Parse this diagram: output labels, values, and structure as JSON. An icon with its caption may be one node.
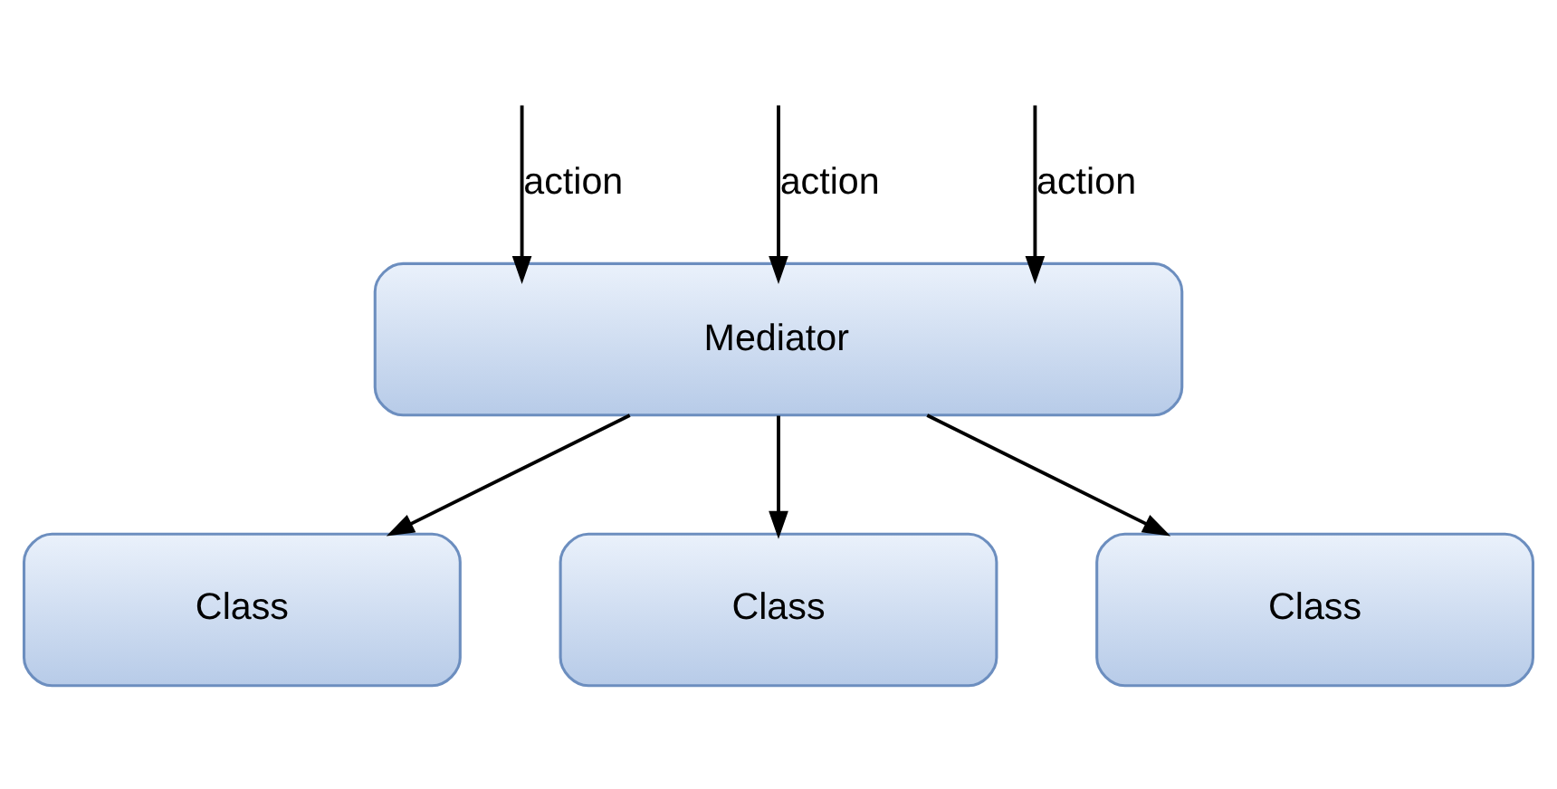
{
  "diagram": {
    "nodes": [
      {
        "text": [
          "Mediator"
        ]
      },
      {
        "text": [
          "Class"
        ]
      },
      {
        "text": [
          "Class"
        ]
      },
      {
        "text": [
          "Class"
        ]
      }
    ],
    "edges": [
      {
        "from": null,
        "to": 0,
        "arrow": "to",
        "label": "action"
      },
      {
        "from": null,
        "to": 0,
        "arrow": "to",
        "label": "action"
      },
      {
        "from": null,
        "to": 0,
        "arrow": "to",
        "label": "action"
      },
      {
        "from": 0,
        "to": 1,
        "arrow": "to"
      },
      {
        "from": 0,
        "to": 2,
        "arrow": "to"
      },
      {
        "from": 0,
        "to": 3,
        "arrow": "to"
      }
    ]
  }
}
